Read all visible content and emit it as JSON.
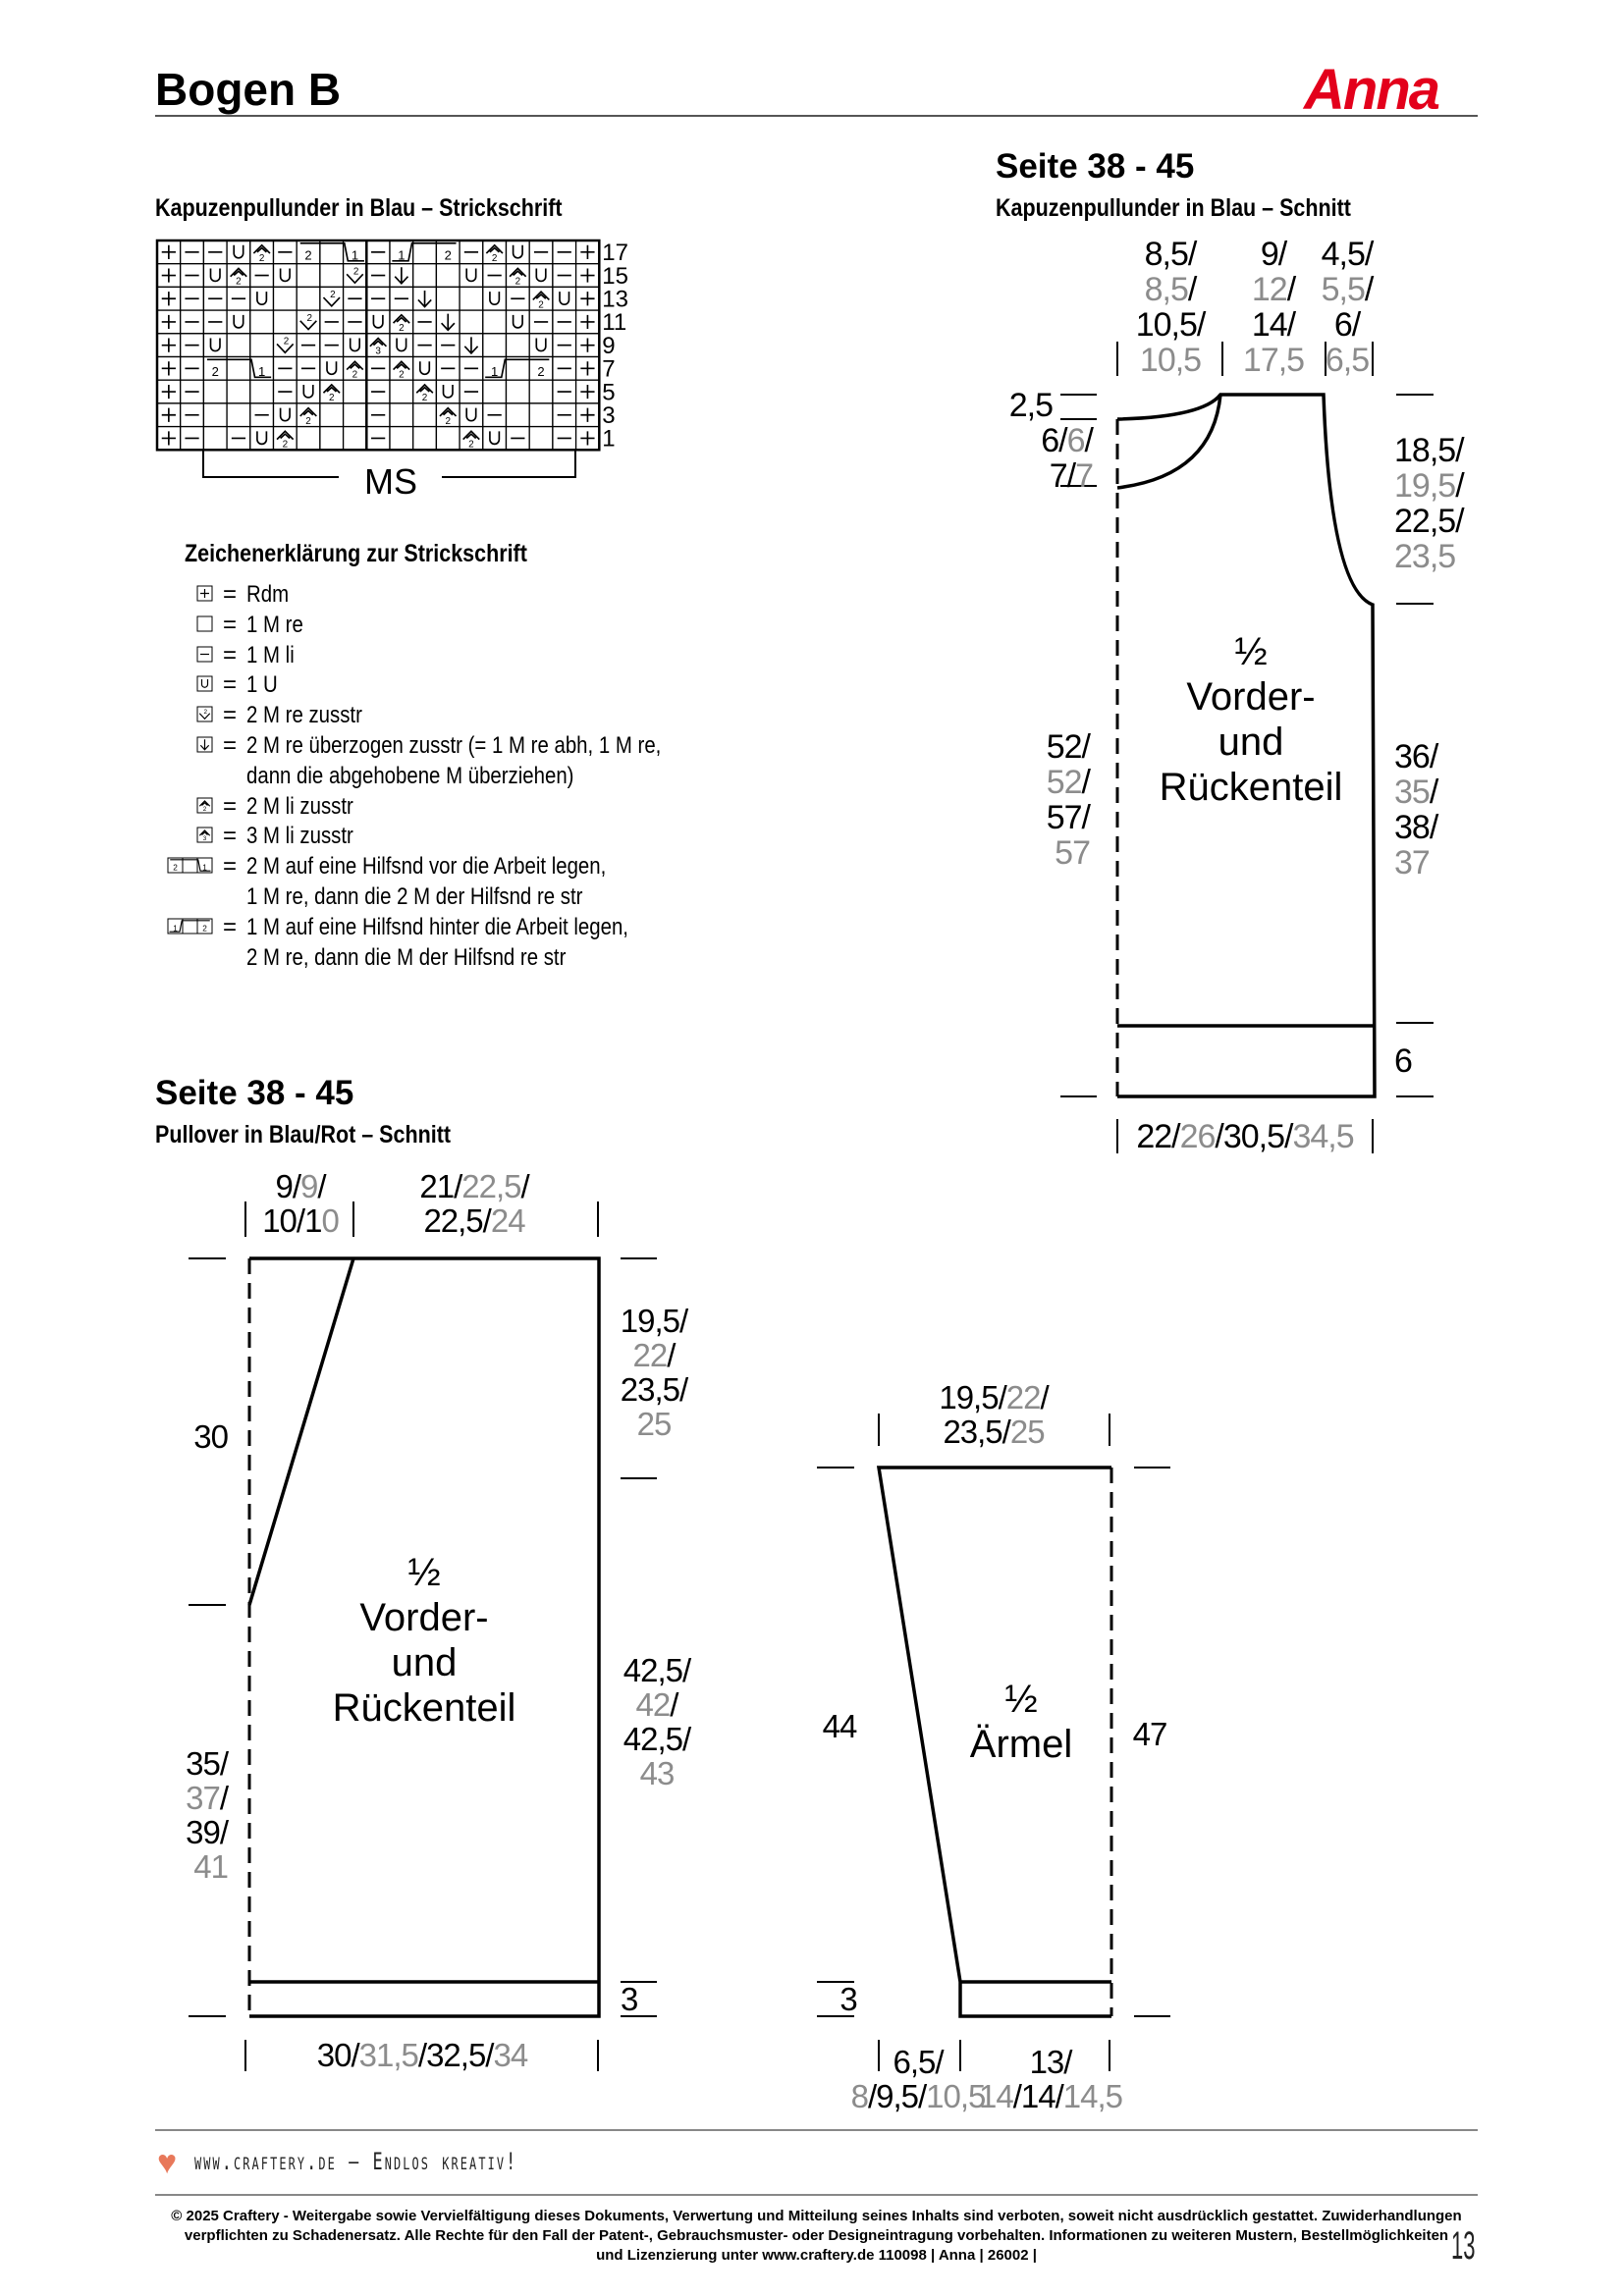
{
  "header": {
    "title": "Bogen B",
    "logo": "Anna",
    "accent": "#e3001b"
  },
  "chart_section": {
    "title": "Kapuzenpullunder in Blau – Strickschrift",
    "row_numbers": [
      "17",
      "15",
      "13",
      "11",
      "9",
      "7",
      "5",
      "3",
      "1"
    ],
    "repeat_label": "MS",
    "rows": [
      [
        "+",
        "-",
        "-",
        "U",
        "A2",
        "-",
        "2",
        "",
        "1",
        "-",
        "1",
        "",
        "2",
        "-",
        "A2",
        "U",
        "-",
        "-",
        "+"
      ],
      [
        "+",
        "-",
        "U",
        "A2",
        "-",
        "U",
        "",
        "",
        "V2",
        "-",
        "D",
        "",
        "",
        "U",
        "-",
        "A2",
        "U",
        "-",
        "+"
      ],
      [
        "+",
        "-",
        "-",
        "-",
        "U",
        "",
        "",
        "V2",
        "-",
        "-",
        "-",
        "D",
        "",
        "",
        "U",
        "-",
        "A2",
        "U",
        "+"
      ],
      [
        "+",
        "-",
        "-",
        "U",
        "",
        "",
        "V2",
        "-",
        "-",
        "U",
        "A2",
        "-",
        "D",
        "",
        "",
        "U",
        "-",
        "-",
        "+"
      ],
      [
        "+",
        "-",
        "U",
        "",
        "",
        "V2",
        "-",
        "-",
        "U",
        "A3",
        "U",
        "-",
        "-",
        "D",
        "",
        "",
        "U",
        "-",
        "+"
      ],
      [
        "+",
        "-",
        "2",
        "",
        "1",
        "-",
        "-",
        "U",
        "A2",
        "-",
        "A2",
        "U",
        "-",
        "-",
        "1",
        "",
        "2",
        "-",
        "+"
      ],
      [
        "+",
        "-",
        "",
        "",
        "",
        "-",
        "U",
        "A2",
        "",
        "-",
        "",
        "A2",
        "U",
        "-",
        "",
        "",
        "",
        "-",
        "+"
      ],
      [
        "+",
        "-",
        "",
        "",
        "-",
        "U",
        "A2",
        "",
        "",
        "-",
        "",
        "",
        "A2",
        "U",
        "-",
        "",
        "",
        "-",
        "+"
      ],
      [
        "+",
        "-",
        "",
        "-",
        "U",
        "A2",
        "",
        "",
        "",
        "-",
        "",
        "",
        "",
        "A2",
        "U",
        "-",
        "",
        "-",
        "+"
      ]
    ],
    "cables": [
      {
        "row": 0,
        "from": 7,
        "to": 9,
        "type": "front"
      },
      {
        "row": 0,
        "from": 11,
        "to": 13,
        "type": "back"
      },
      {
        "row": 5,
        "from": 3,
        "to": 5,
        "type": "front"
      },
      {
        "row": 5,
        "from": 15,
        "to": 17,
        "type": "back"
      }
    ]
  },
  "legend": {
    "title": "Zeichenerklärung zur Strickschrift",
    "equals": "=",
    "items": [
      {
        "icon": "+",
        "name": "rdm",
        "lines": [
          "Rdm"
        ]
      },
      {
        "icon": "",
        "name": "knit",
        "lines": [
          "1 M re"
        ]
      },
      {
        "icon": "-",
        "name": "purl",
        "lines": [
          "1 M li"
        ]
      },
      {
        "icon": "U",
        "name": "yarn-over",
        "lines": [
          "1 U"
        ]
      },
      {
        "icon": "V2",
        "name": "k2tog",
        "lines": [
          "2 M re zusstr"
        ]
      },
      {
        "icon": "D",
        "name": "ssk",
        "lines": [
          "2 M re überzogen zusstr (= 1 M re abh, 1 M re,",
          "dann die abgehobene M überziehen)"
        ]
      },
      {
        "icon": "A2",
        "name": "p2tog",
        "lines": [
          "2 M li zusstr"
        ]
      },
      {
        "icon": "A3",
        "name": "p3tog",
        "lines": [
          "3 M li zusstr"
        ]
      },
      {
        "icon": "cable-front",
        "name": "cable-front",
        "lines": [
          "2 M auf eine Hilfsnd vor die Arbeit legen,",
          "1 M re, dann die 2 M der Hilfsnd re str"
        ]
      },
      {
        "icon": "cable-back",
        "name": "cable-back",
        "lines": [
          "1 M auf eine Hilfsnd hinter die Arbeit legen,",
          "2 M re, dann die M der Hilfsnd re str"
        ]
      }
    ]
  },
  "vest": {
    "page_ref": "Seite 38 - 45",
    "title": "Kapuzenpullunder in Blau – Schnitt",
    "piece": [
      "½",
      "Vorder-",
      "und",
      "Rückenteil"
    ],
    "labels": {
      "top_left": [
        [
          "8,5/"
        ],
        [
          "",
          "8,5",
          "/"
        ],
        [
          "10,5/"
        ],
        [
          "",
          "10,5"
        ]
      ],
      "top_mid": [
        [
          "9/"
        ],
        [
          "",
          "12",
          "/"
        ],
        [
          "14/"
        ],
        [
          "",
          "17,5"
        ]
      ],
      "top_right": [
        [
          "4,5/"
        ],
        [
          "",
          "5,5",
          "/"
        ],
        [
          "6/"
        ],
        [
          "",
          "6,5"
        ]
      ],
      "neck_top": [
        [
          "2,5"
        ]
      ],
      "neck_depth": [
        [
          "6/",
          "6",
          "/"
        ],
        [
          "7/",
          "7"
        ]
      ],
      "armhole": [
        [
          "18,5/"
        ],
        [
          "",
          "19,5",
          "/"
        ],
        [
          "22,5/"
        ],
        [
          "",
          "23,5"
        ]
      ],
      "side_left": [
        [
          "52/"
        ],
        [
          "",
          "52",
          "/"
        ],
        [
          "57/"
        ],
        [
          "",
          "57"
        ]
      ],
      "side_right": [
        [
          "36/"
        ],
        [
          "",
          "35",
          "/"
        ],
        [
          "38/"
        ],
        [
          "",
          "37"
        ]
      ],
      "rib": [
        [
          "6"
        ]
      ],
      "width": [
        [
          "22/",
          "26",
          "/30,5/",
          "34,5"
        ]
      ]
    }
  },
  "pullover": {
    "page_ref": "Seite 38 - 45",
    "title": "Pullover in Blau/Rot – Schnitt",
    "piece": [
      "½",
      "Vorder-",
      "und",
      "Rückenteil"
    ],
    "labels": {
      "top_neck": [
        [
          "9/",
          "9",
          "/"
        ],
        [
          "10/1",
          "0"
        ]
      ],
      "top_shoulder": [
        [
          "21/",
          "22,5",
          "/"
        ],
        [
          "22,5/",
          "24"
        ]
      ],
      "neck_depth": [
        [
          "30"
        ]
      ],
      "side_left": [
        [
          "35/"
        ],
        [
          "",
          "37",
          "/"
        ],
        [
          "39/"
        ],
        [
          "",
          "41"
        ]
      ],
      "armhole": [
        [
          "19,5/"
        ],
        [
          "",
          "22",
          "/"
        ],
        [
          "23,5/"
        ],
        [
          "",
          "25"
        ]
      ],
      "side_right": [
        [
          "42,5/"
        ],
        [
          "",
          "42",
          "/"
        ],
        [
          "42,5/"
        ],
        [
          "",
          "43"
        ]
      ],
      "rib": [
        [
          "3"
        ]
      ],
      "width": [
        [
          "30/",
          "31,5",
          "/32,5/",
          "34"
        ]
      ]
    }
  },
  "sleeve": {
    "piece": [
      "½",
      "Ärmel"
    ],
    "labels": {
      "top": [
        [
          "19,5/",
          "22",
          "/"
        ],
        [
          "23,5/",
          "25"
        ]
      ],
      "left": [
        [
          "44"
        ]
      ],
      "right": [
        [
          "47"
        ]
      ],
      "rib": [
        [
          "3"
        ]
      ],
      "bottom_left": [
        [
          "6,5/"
        ],
        [
          "",
          "8",
          "/9,5/",
          "10,5"
        ]
      ],
      "bottom_right": [
        [
          "13/"
        ],
        [
          "",
          "14",
          "/14/",
          "14,5"
        ]
      ]
    }
  },
  "colors": {
    "size_alt": "#8c8c8c",
    "heart": "#e8785a"
  },
  "footer": {
    "tagline": "www.craftery.de – Endlos kreativ!",
    "copyright": [
      "© 2025 Craftery - Weitergabe sowie Vervielfältigung dieses Dokuments, Verwertung und Mitteilung seines Inhalts sind verboten, soweit nicht ausdrücklich gestattet. Zuwiderhandlungen",
      "verpflichten zu Schadenersatz. Alle Rechte für den Fall der Patent-, Gebrauchsmuster- oder Designeintragung vorbehalten. Informationen zu weiteren Mustern, Bestellmöglichkeiten",
      "und Lizenzierung unter www.craftery.de  110098 | Anna | 26002 |"
    ],
    "page_number": "13"
  }
}
